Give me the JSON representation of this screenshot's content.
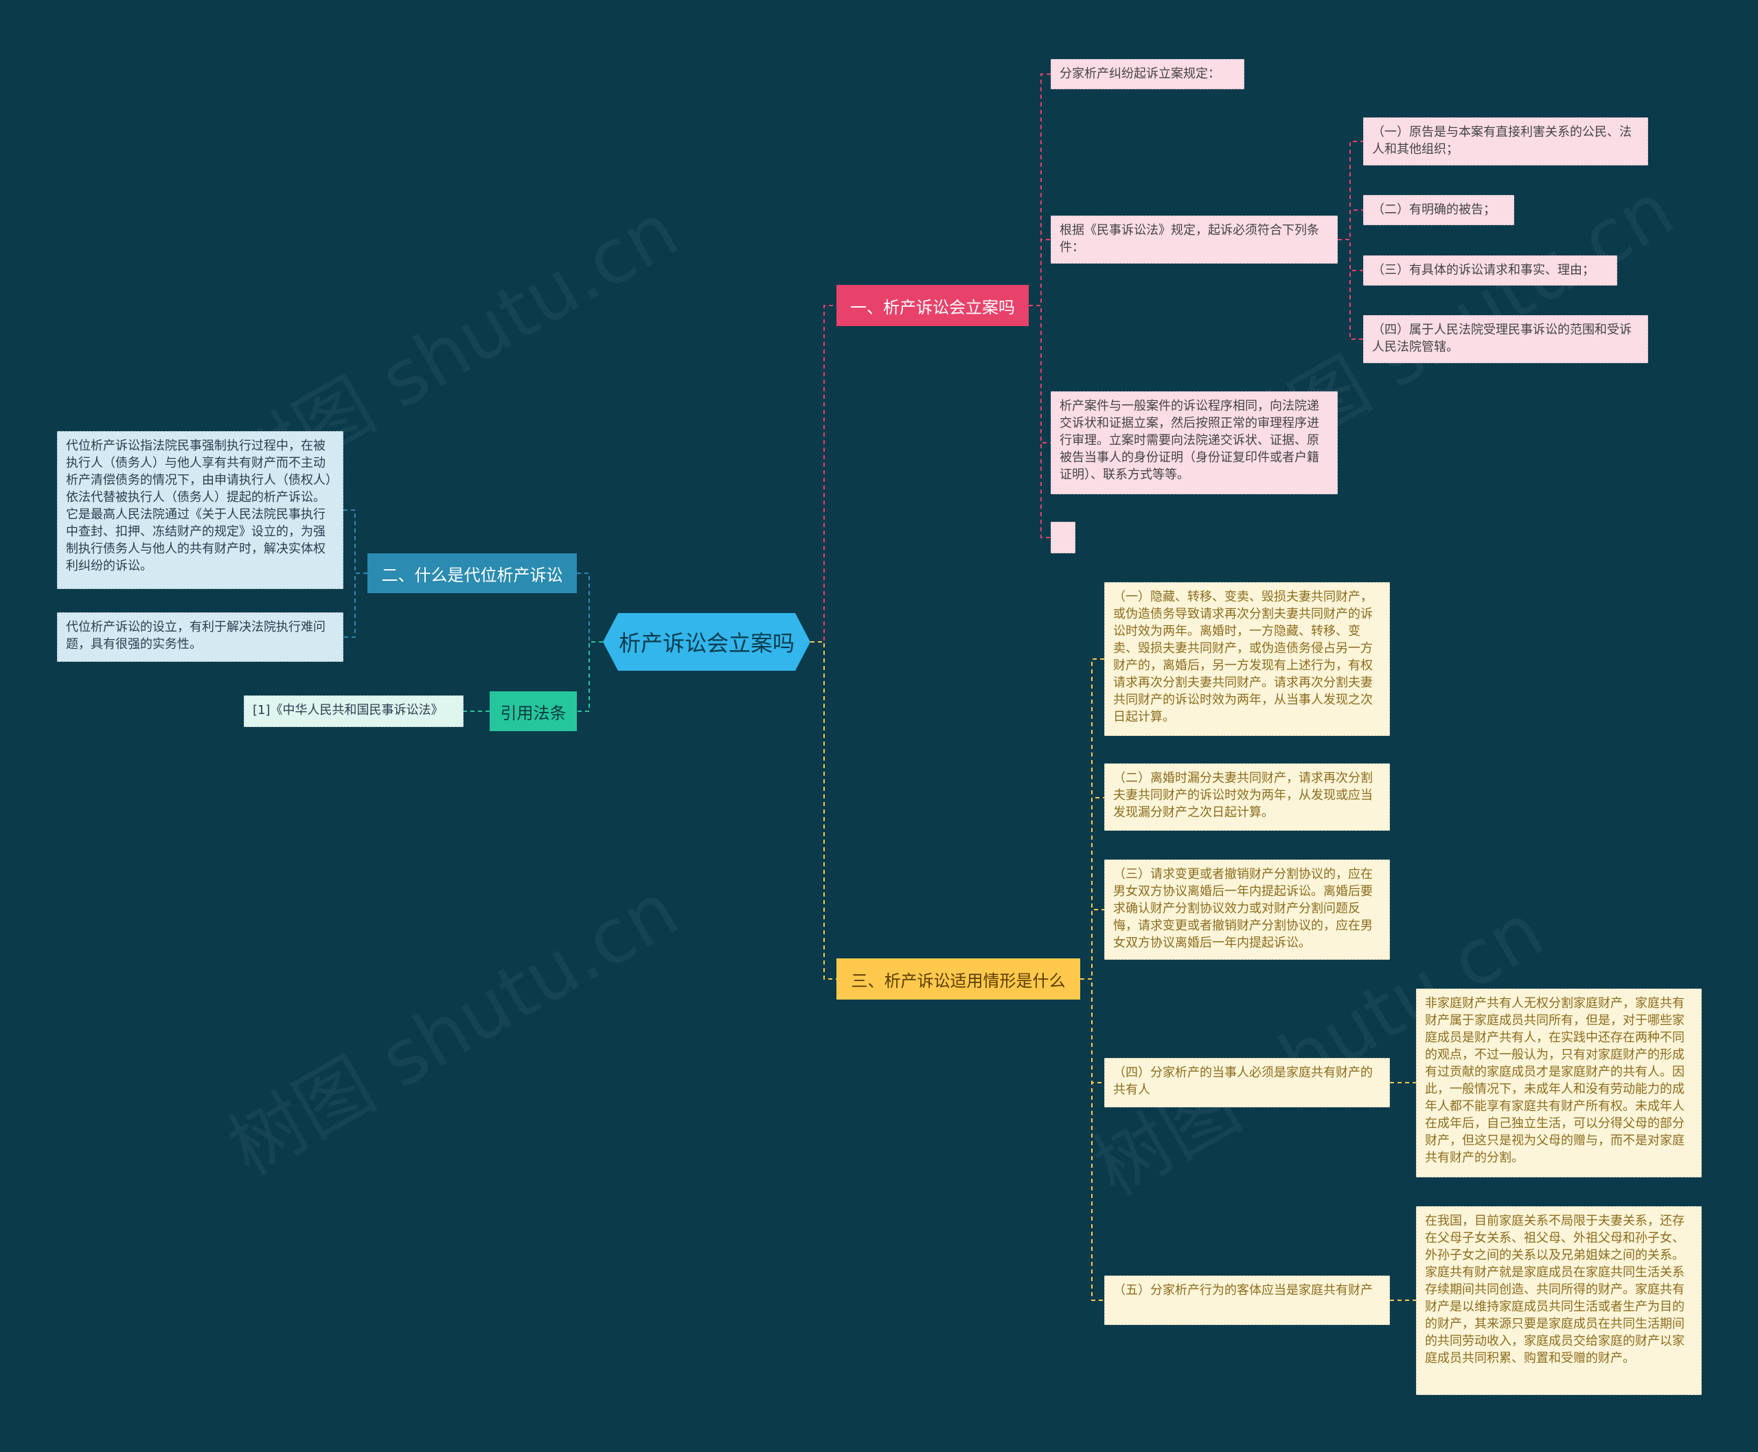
{
  "root": "析产诉讼会立案吗",
  "watermark": "树图 shutu.cn",
  "colors": {
    "background": "#0b3a4b",
    "root": "#32b6ec",
    "branch1": "#e8426a",
    "branch2": "#2b8bb0",
    "branch3": "#ffc94d",
    "branch4": "#26c69d"
  },
  "branch1": {
    "label": "一、析产诉讼会立案吗",
    "leaf1": "分家析产纠纷起诉立案规定：",
    "leaf2": "根据《民事诉讼法》规定，起诉必须符合下列条件：",
    "conditions": [
      "（一）原告是与本案有直接利害关系的公民、法人和其他组织；",
      "（二）有明确的被告；",
      "（三）有具体的诉讼请求和事实、理由；",
      "（四）属于人民法院受理民事诉讼的范围和受诉人民法院管辖。"
    ],
    "leaf3": "析产案件与一般案件的诉讼程序相同，向法院递交诉状和证据立案，然后按照正常的审理程序进行审理。立案时需要向法院递交诉状、证据、原被告当事人的身份证明（身份证复印件或者户籍证明）、联系方式等等。",
    "leaf4": ""
  },
  "branch2": {
    "label": "二、什么是代位析产诉讼",
    "leaf1": "代位析产诉讼指法院民事强制执行过程中，在被执行人（债务人）与他人享有共有财产而不主动析产清偿债务的情况下，由申请执行人（债权人）依法代替被执行人（债务人）提起的析产诉讼。它是最高人民法院通过《关于人民法院民事执行中查封、扣押、冻结财产的规定》设立的，为强制执行债务人与他人的共有财产时，解决实体权利纠纷的诉讼。",
    "leaf2": "代位析产诉讼的设立，有利于解决法院执行难问题，具有很强的实务性。"
  },
  "branch4": {
    "label": "引用法条",
    "leaf1": "[1]《中华人民共和国民事诉讼法》"
  },
  "branch3": {
    "label": "三、析产诉讼适用情形是什么",
    "items": [
      "（一）隐藏、转移、变卖、毁损夫妻共同财产，或伪造债务导致请求再次分割夫妻共同财产的诉讼时效为两年。离婚时，一方隐藏、转移、变卖、毁损夫妻共同财产，或伪造债务侵占另一方财产的，离婚后，另一方发现有上述行为，有权请求再次分割夫妻共同财产。请求再次分割夫妻共同财产的诉讼时效为两年，从当事人发现之次日起计算。",
      "（二）离婚时漏分夫妻共同财产，请求再次分割夫妻共同财产的诉讼时效为两年，从发现或应当发现漏分财产之次日起计算。",
      "（三）请求变更或者撤销财产分割协议的，应在男女双方协议离婚后一年内提起诉讼。离婚后要求确认财产分割协议效力或对财产分割问题反悔，请求变更或者撤销财产分割协议的，应在男女双方协议离婚后一年内提起诉讼。",
      "（四）分家析产的当事人必须是家庭共有财产的共有人",
      "（五）分家析产行为的客体应当是家庭共有财产"
    ],
    "detail4": "非家庭财产共有人无权分割家庭财产，家庭共有财产属于家庭成员共同所有，但是，对于哪些家庭成员是财产共有人，在实践中还存在两种不同的观点，不过一般认为，只有对家庭财产的形成有过贡献的家庭成员才是家庭财产的共有人。因此，一般情况下，未成年人和没有劳动能力的成年人都不能享有家庭共有财产所有权。未成年人在成年后，自己独立生活，可以分得父母的部分财产，但这只是视为父母的赠与，而不是对家庭共有财产的分割。",
    "detail5": "在我国，目前家庭关系不局限于夫妻关系，还存在父母子女关系、祖父母、外祖父母和孙子女、外孙子女之间的关系以及兄弟姐妹之间的关系。家庭共有财产就是家庭成员在家庭共同生活关系存续期间共同创造、共同所得的财产。家庭共有财产是以维持家庭成员共同生活或者生产为目的的财产，其来源只要是家庭成员在共同生活期间的共同劳动收入，家庭成员交给家庭的财产以家庭成员共同积累、购置和受赠的财产。"
  }
}
